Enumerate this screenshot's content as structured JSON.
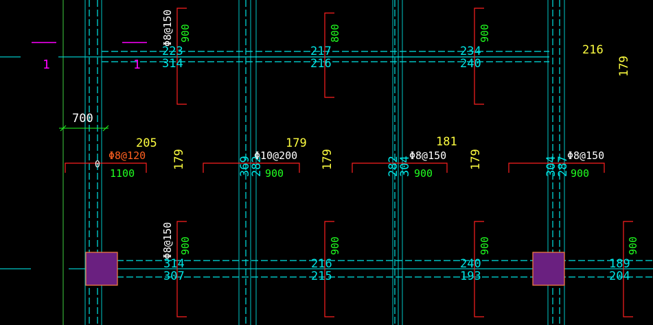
{
  "colors": {
    "background": "#000000",
    "beam": "#00e5e5",
    "axis": "#00c8c8",
    "rebar": "#ff2020",
    "length_green": "#20ff20",
    "slab_yellow": "#ffff40",
    "spec_white": "#ffffff",
    "spec_orange": "#ff6020",
    "section_magenta": "#ff00ff",
    "column_fill": "#6a2080",
    "column_edge": "#ff8040",
    "dimension": "#ffffff"
  },
  "section_marks": [
    "1",
    "1"
  ],
  "dimension": {
    "value": "700"
  },
  "beam_values": {
    "top_1": "223",
    "top_2": "314",
    "top_3": "217",
    "top_4": "216",
    "top_5": "234",
    "top_6": "240",
    "bot_1": "314",
    "bot_2": "307",
    "bot_3": "216",
    "bot_4": "215",
    "bot_5": "240",
    "bot_6": "193",
    "bot_7": "189",
    "bot_8": "204",
    "vert_1": "369",
    "vert_2": "282",
    "vert_3": "282",
    "vert_4": "304",
    "vert_5": "304",
    "vert_6": "287"
  },
  "slab_values": {
    "s_216": "216",
    "s_179_r": "179",
    "s_205": "205",
    "s_179_a": "179",
    "s_179_b": "179",
    "s_179_c": "179",
    "s_181": "181",
    "s_179_d": "179"
  },
  "rebar_specs": {
    "spec_top": "Φ8@150",
    "spec_bottom": "Φ8@150",
    "spec_mid_left": "Φ8@120",
    "spec_mid_2": "Φ10@200",
    "spec_mid_3": "Φ8@150",
    "spec_mid_4": "Φ8@150"
  },
  "rebar_lengths": {
    "len_top_1": "900",
    "len_top_2": "800",
    "len_top_3": "900",
    "len_mid_1": "1100",
    "len_mid_2": "900",
    "len_mid_3": "900",
    "len_mid_4": "900",
    "len_bot_1": "900",
    "len_bot_2": "900",
    "len_bot_3": "900",
    "len_bot_4": "900"
  },
  "misc": {
    "circle_label": "0"
  }
}
